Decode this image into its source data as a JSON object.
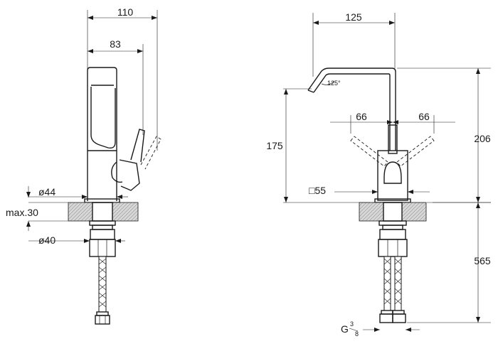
{
  "side_view": {
    "dim_overall_width": "110",
    "dim_spout_reach": "83",
    "dim_body_diameter": "ø44",
    "dim_max_deck": "max.30",
    "dim_shank_diameter": "ø40"
  },
  "front_view": {
    "dim_spout_width": "125",
    "dim_spout_angle": "125°",
    "dim_handle_left": "66",
    "dim_handle_right": "66",
    "dim_outlet_height": "175",
    "dim_total_height": "206",
    "dim_base_square": "□55",
    "dim_hose_length": "565",
    "dim_connection_prefix": "G",
    "dim_connection_num": "3",
    "dim_connection_den": "8"
  }
}
